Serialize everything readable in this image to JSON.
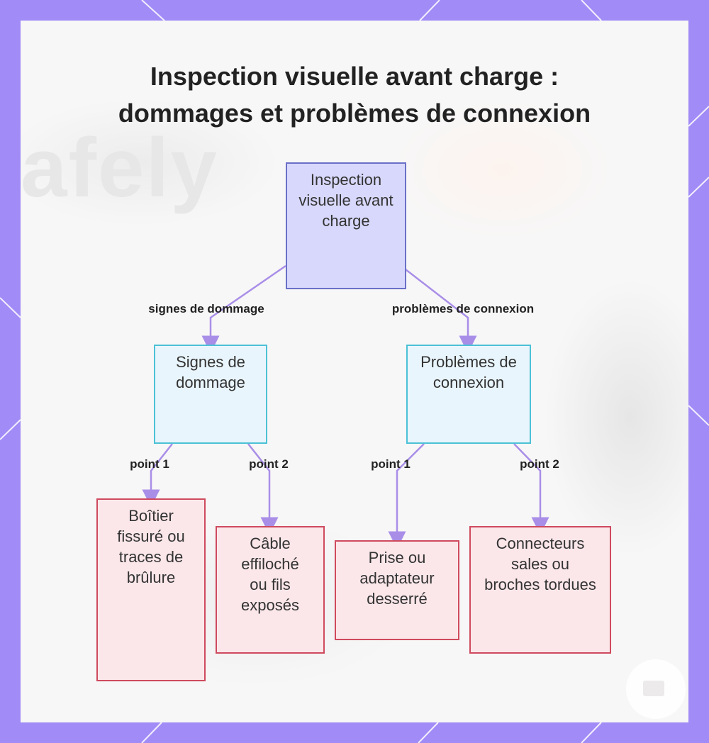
{
  "title": {
    "line1": "Inspection visuelle avant charge :",
    "line2": "dommages et problèmes de connexion"
  },
  "nodes": {
    "root": "Inspection visuelle avant charge",
    "cat_damage": "Signes de dommage",
    "cat_connection": "Problèmes de connexion",
    "leaf_damage_1": "Boîtier fissuré ou traces de brûlure",
    "leaf_damage_2": "Câble effiloché ou fils exposés",
    "leaf_connection_1": "Prise ou adaptateur desserré",
    "leaf_connection_2": "Connecteurs sales ou broches tordues"
  },
  "edges": {
    "root_to_damage": "signes de dommage",
    "root_to_connection": "problèmes de connexion",
    "damage_point1": "point 1",
    "damage_point2": "point 2",
    "connection_point1": "point 1",
    "connection_point2": "point 2"
  },
  "background_watermark": "afely",
  "colors": {
    "frame": "#a18bf6",
    "root_fill": "#d8d8fc",
    "root_border": "#6b70c8",
    "category_fill": "#e9f5fc",
    "category_border": "#4cc1d6",
    "leaf_fill": "#fbe7ea",
    "leaf_border": "#cf4a5e",
    "edge": "#a98ee8"
  }
}
